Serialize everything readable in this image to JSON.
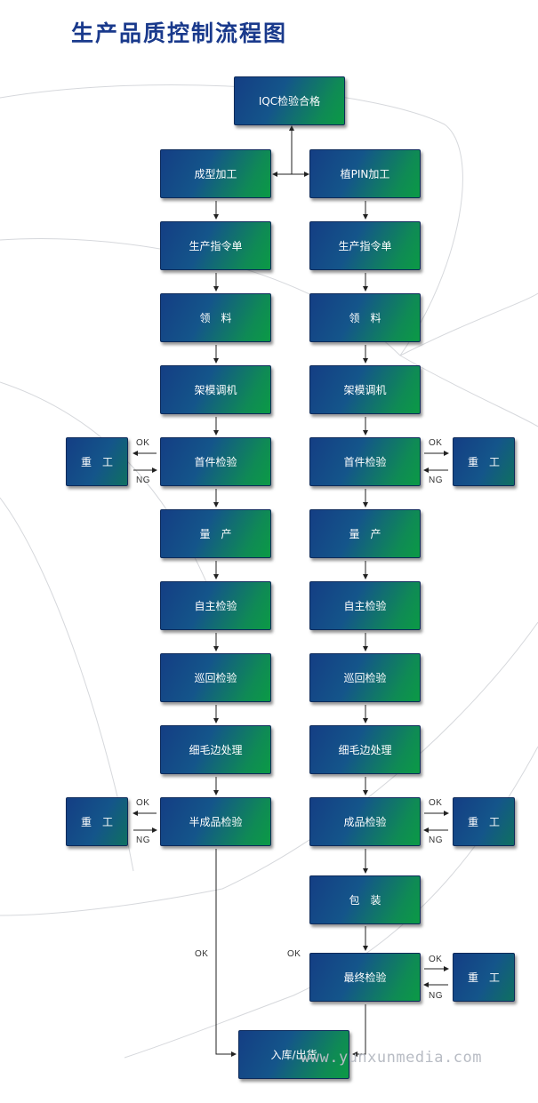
{
  "title": "生产品质控制流程图",
  "start": "IQC检验合格",
  "left_column": [
    "成型加工",
    "生产指令单",
    "领　料",
    "架模调机",
    "首件检验",
    "量　产",
    "自主检验",
    "巡回检验",
    "细毛边处理",
    "半成品检验"
  ],
  "right_column": [
    "植PIN加工",
    "生产指令单",
    "领　料",
    "架模调机",
    "首件检验",
    "量　产",
    "自主检验",
    "巡回检验",
    "细毛边处理",
    "成品检验",
    "包　装",
    "最终检验"
  ],
  "rework": "重　工",
  "ok": "OK",
  "ng": "NG",
  "end": "入库/出货",
  "watermark": "www.yunxunmedia.com"
}
